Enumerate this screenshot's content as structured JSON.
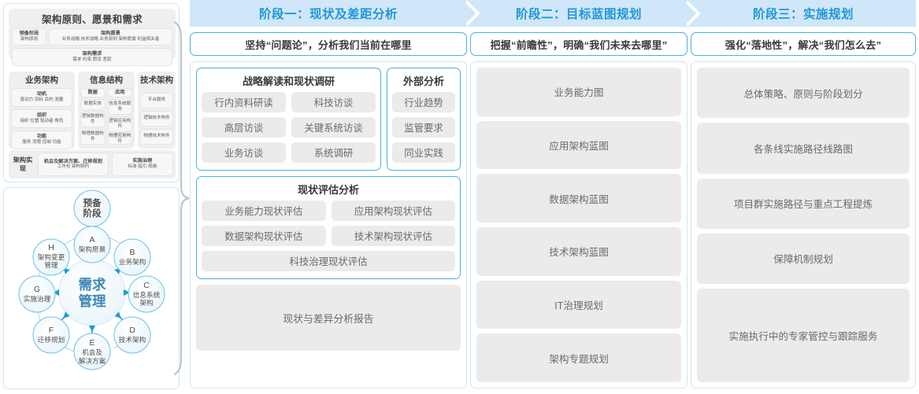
{
  "left_panel": {
    "togaf": {
      "title": "架构原则、愿景和需求",
      "prelim": {
        "head": "预备阶段",
        "items": "架构原则"
      },
      "vision": {
        "head": "架构愿景",
        "items": "业务战略 技术战略 业务原则 架构愿景 利益相关者"
      },
      "requirement": {
        "head": "架构需求",
        "items": "需求  约束  假设  差距"
      },
      "columns": [
        {
          "head": "业务架构",
          "groups": [
            {
              "head": "动机",
              "items": "驱动力 目标 目的 测量"
            },
            {
              "head": "组织",
              "items": "组织 位置 驱动者 角色"
            },
            {
              "head": "功能",
              "items": "服务 流程 控制 功能"
            }
          ]
        },
        {
          "head": "信息结构",
          "subcolumns": [
            {
              "head": "数据",
              "items": [
                "数据实体",
                "逻辑数据构件",
                "物理数据构件"
              ]
            },
            {
              "head": "应用",
              "items": [
                "信息系统服务",
                "逻辑应用构件",
                "物理应用构件"
              ]
            }
          ]
        },
        {
          "head": "技术架构",
          "items": [
            "平台服务",
            "逻辑技术构件",
            "物理技术构件"
          ]
        }
      ],
      "bottom": {
        "label": "架构实现",
        "blocks": [
          {
            "head": "机会及解决方案、迁移规划",
            "items": "工作包  架构契约"
          },
          {
            "head": "实施治理",
            "items": "标准  指引  规格"
          }
        ]
      }
    },
    "adm": {
      "center": "需求\n管理",
      "center_line1": "需求",
      "center_line2": "管理",
      "prelim_line1": "预备",
      "prelim_line2": "阶段",
      "nodes": [
        {
          "key": "A",
          "label": "架构愿景"
        },
        {
          "key": "B",
          "label": "业务架构"
        },
        {
          "key": "C",
          "label": "信息系统架构"
        },
        {
          "key": "D",
          "label": "技术架构"
        },
        {
          "key": "E",
          "label": "机会及解决方案"
        },
        {
          "key": "F",
          "label": "迁移规划"
        },
        {
          "key": "G",
          "label": "实施治理"
        },
        {
          "key": "H",
          "label": "架构变更管理"
        }
      ]
    }
  },
  "phases": [
    {
      "banner": "阶段一：现状及差距分析",
      "subtitle": "坚持“问题论”，分析我们当前在哪里",
      "survey": {
        "title": "战略解读和现状调研",
        "rows": [
          [
            "行内资料研读",
            "科技访谈"
          ],
          [
            "高层访谈",
            "关键系统访谈"
          ],
          [
            "业务访谈",
            "系统调研"
          ]
        ]
      },
      "external": {
        "title": "外部分析",
        "items": [
          "行业趋势",
          "监管要求",
          "同业实践"
        ]
      },
      "assessment": {
        "title": "现状评估分析",
        "rows": [
          [
            "业务能力现状评估",
            "应用架构现状评估"
          ],
          [
            "数据架构现状评估",
            "技术架构现状评估"
          ],
          [
            "科技治理现状评估"
          ]
        ]
      },
      "report": "现状与差异分析报告"
    },
    {
      "banner": "阶段二：目标蓝图规划",
      "subtitle": "把握“前瞻性”，明确“我们未来去哪里”",
      "items": [
        {
          "label": "业务能力图",
          "flex": 1
        },
        {
          "label": "应用架构蓝图",
          "flex": 1
        },
        {
          "label": "数据架构蓝图",
          "flex": 1
        },
        {
          "label": "技术架构蓝图",
          "flex": 1
        },
        {
          "label": "IT治理规划",
          "flex": 1
        },
        {
          "label": "架构专题规划",
          "flex": 1
        }
      ]
    },
    {
      "banner": "阶段三：实施规划",
      "subtitle": "强化“落地性”，解决“我们怎么去”",
      "items": [
        {
          "label": "总体策略、原则与阶段划分",
          "flex": 1
        },
        {
          "label": "各条线实施路径线路图",
          "flex": 1
        },
        {
          "label": "项目群实施路径与重点工程提炼",
          "flex": 1
        },
        {
          "label": "保障机制规划",
          "flex": 1
        },
        {
          "label": "实施执行中的专家管控与跟踪服务",
          "flex": 1.85
        }
      ]
    }
  ],
  "colors": {
    "banner_bg": "#cfe7f8",
    "banner_text": "#2196d9",
    "accent_border": "#4ab0e4",
    "panel_border": "#cfe6f5",
    "chip_bg": "#ebebeb",
    "chip_text": "#6a6a6a",
    "circle_stroke": "#6ec1e4",
    "arrow": "#1f9ad6"
  }
}
